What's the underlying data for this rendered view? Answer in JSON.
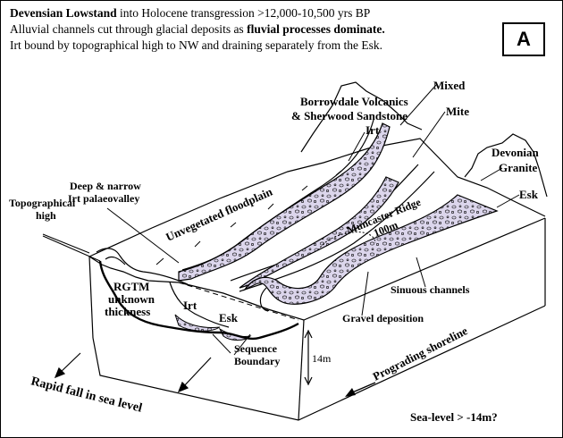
{
  "header": {
    "line1_bold": "Devensian Lowstand",
    "line1_rest": " into Holocene transgression >12,000-10,500 yrs BP",
    "line2_rest": "Alluvial channels cut through glacial deposits as ",
    "line2_bold": "fluvial processes dominate.",
    "line3": "Irt bound by topographical high to NW and draining separately from the Esk."
  },
  "panel_label": "A",
  "labels": {
    "borrowdale": "Borrowdale Volcanics",
    "sherwood": "& Sherwood Sandstone",
    "irt_top": "Irt",
    "mixed": "Mixed",
    "mite": "Mite",
    "devonian": "Devonian",
    "granite": "Granite",
    "esk_right": "Esk",
    "deep": "Deep & narrow",
    "palaeovalley": "Irt palaeovalley",
    "topo1": "Topographical",
    "topo2": "high",
    "floodplain": "Unvegetated floodplain",
    "muncaster": "Muncaster Ridge",
    "contour": "100m",
    "rgtm1": "RGTM",
    "rgtm2": "unknown",
    "rgtm3": "thickness",
    "irt_section": "Irt",
    "esk_section": "Esk",
    "sinuous": "Sinuous channels",
    "gravel": "Gravel deposition",
    "seq1": "Sequence",
    "seq2": "Boundary",
    "depth": "14m",
    "shoreline": "Prograding shoreline",
    "rapid": "Rapid fall in sea level",
    "sealevel": "Sea-level > -14m?"
  },
  "colors": {
    "channel": "#dcd6ec",
    "line": "#000000",
    "background": "#ffffff"
  }
}
